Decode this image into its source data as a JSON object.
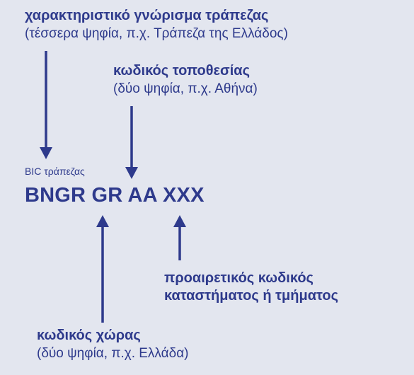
{
  "bank_code": {
    "title": "χαρακτηριστικό γνώρισμα τράπεζας",
    "example": "(τέσσερα ψηφία, π.χ. Τράπεζα της Ελλάδος)"
  },
  "location_code": {
    "title": "κωδικός τοποθεσίας",
    "example": "(δύο ψηφία, π.χ. Αθήνα)"
  },
  "bic": {
    "caption": "BIC τράπεζας",
    "code": "BNGR GR AA XXX"
  },
  "branch_code": {
    "line1": "προαιρετικός κωδικός",
    "line2": "καταστήματος ή τμήματος"
  },
  "country_code": {
    "title": "κωδικός χώρας",
    "example": "(δύο ψηφία, π.χ. Ελλάδα)"
  },
  "colors": {
    "background": "#e3e6ef",
    "ink": "#2e3a8c"
  }
}
